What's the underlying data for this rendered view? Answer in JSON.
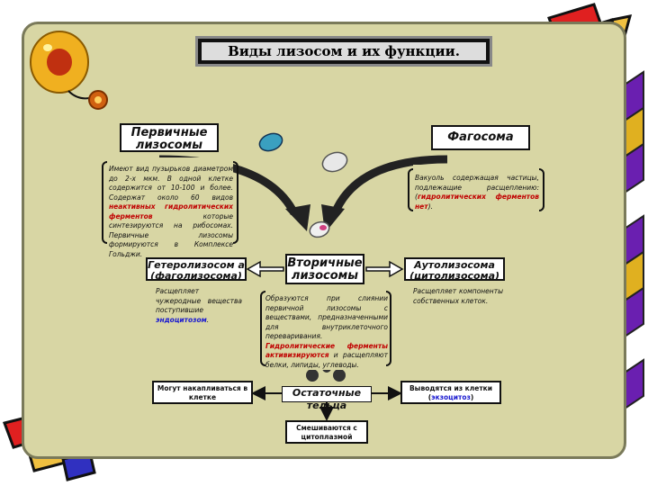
{
  "title": "Виды лизосом и их функции.",
  "boxes": {
    "primary": "Первичные лизосомы",
    "phagosome": "Фагосома",
    "secondary": "Вторичные лизосомы",
    "heterolysosome": "Гетеролизосом а (фаголизосома)",
    "autolysosome": "Аутолизосома (цитолизосома)",
    "residual": "Остаточные тельца",
    "accumulate": "Могут накапливаться в клетке",
    "excreted_prefix": "Выводятся из клетки (",
    "excreted_term": "экзоцитоз",
    "excreted_suffix": ")",
    "cytoplasm": "Смешиваются с цитоплазмой"
  },
  "texts": {
    "primary_desc_1": "Имеют вид пузырьков диаметром до 2-х мкм. В одной клетке содержится от 10-100 и более. Содержат около 60 видов ",
    "primary_desc_red": "неактивных гидролитических ферментов",
    "primary_desc_2": " которые синтезируются на рибосомах. Первичные лизосомы формируются в Комплексе Гольджи.",
    "phagosome_desc_1": "Вакуоль содержащая частицы, подлежащие расщеплению: (",
    "phagosome_desc_red": "гидролитических ферментов нет",
    "phagosome_desc_2": ").",
    "hetero_desc_1": "Расщепляет чужеродные вещества поступившие ",
    "hetero_desc_blue": "эндоцитозом",
    "hetero_desc_2": ".",
    "auto_desc": "Расщепляет компоненты собственных клеток.",
    "secondary_desc_1": "Образуются при слиянии первичной лизосомы с веществами, предназначенными для внутриклеточного переваривания. ",
    "secondary_desc_red": "Гидролитические ферменты активизируются",
    "secondary_desc_2": " и расщепляют белки, липиды, углеводы."
  },
  "colors": {
    "slide_bg": "#d8d6a4",
    "accent_red": "#c00000",
    "accent_blue": "#1a1ad0"
  }
}
